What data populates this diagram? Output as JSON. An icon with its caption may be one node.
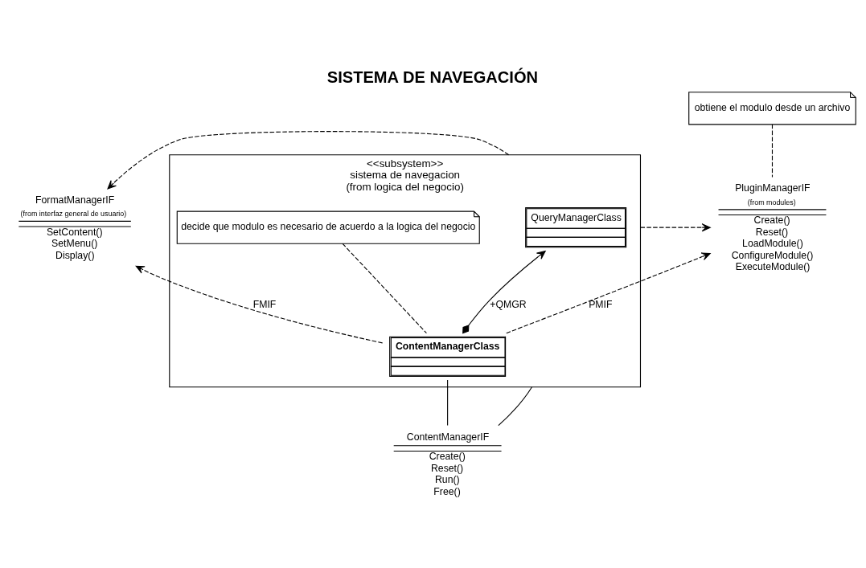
{
  "diagram": {
    "title": "SISTEMA DE NAVEGACIÓN",
    "nodes": [
      {
        "text": [
          "<<subsystem>>",
          "sistema de navegacion",
          "(from logica del negocio)"
        ]
      },
      {
        "text": [
          "QueryManagerClass"
        ],
        "in": 0
      },
      {
        "text": [
          "decide que modulo es necesario de acuerdo a la logica del negocio"
        ],
        "in": 0
      },
      {
        "text": [
          "ContentManagerClass"
        ],
        "in": 0
      },
      {
        "text": [
          "FormatManagerIF",
          "(from interfaz general de usuario)",
          "SetContent()",
          "SetMenu()",
          "Display()"
        ]
      },
      {
        "text": [
          "obtiene el modulo desde un archivo"
        ]
      },
      {
        "text": [
          "PluginManagerIF",
          "(from modules)",
          "Create()",
          "Reset()",
          "LoadModule()",
          "ConfigureModule()",
          "ExecuteModule()"
        ]
      },
      {
        "text": [
          "ContentManagerIF",
          "Create()",
          "Reset()",
          "Run()",
          "Free()"
        ]
      }
    ],
    "edges": [
      {
        "from": 0,
        "to": 4,
        "arrow": "to",
        "style": "dashed"
      },
      {
        "from": 3,
        "to": 4,
        "arrow": "to",
        "style": "dashed",
        "label": "FMIF"
      },
      {
        "from": 3,
        "to": 1,
        "arrow": "to",
        "label": "+QMGR"
      },
      {
        "from": 3,
        "to": 2,
        "arrow": "none",
        "style": "dashed"
      },
      {
        "from": 0,
        "to": 6,
        "arrow": "to",
        "style": "dashed"
      },
      {
        "from": 3,
        "to": 6,
        "arrow": "to",
        "style": "dashed",
        "label": "PMIF"
      },
      {
        "from": 5,
        "to": 6,
        "arrow": "none",
        "style": "dashed"
      },
      {
        "from": 3,
        "to": 7,
        "arrow": "none"
      },
      {
        "from": 0,
        "to": 7,
        "arrow": "none"
      }
    ]
  }
}
